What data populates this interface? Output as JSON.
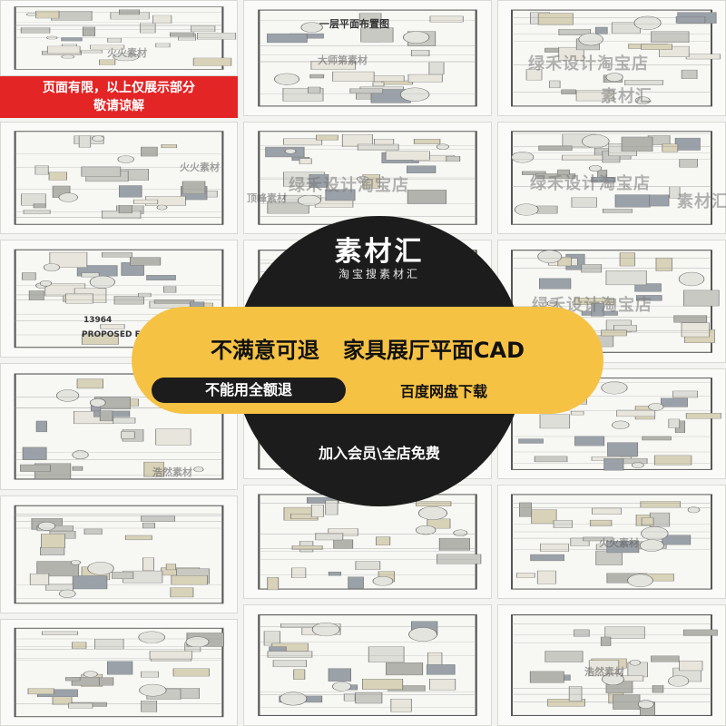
{
  "top_banner": {
    "line1": "页面有限，以上仅展示部分",
    "line2": "敬请谅解"
  },
  "center_circle": {
    "brand": "素材汇",
    "brand_sub": "淘宝搜素材汇",
    "bottom_text": "加入会员\\全店免费"
  },
  "pill": {
    "headline_left": "不满意可退",
    "headline_right": "家具展厅平面CAD",
    "tag": "不能用全额退",
    "right_text": "百度网盘下载"
  },
  "drawing_labels": {
    "first_floor_plan": "一层平面布置图",
    "proposed_floor_plan": "PROPOSED FLOOR PLAN",
    "dimension": "13964"
  },
  "watermarks": {
    "green_store": "绿禾设计淘宝店",
    "sucaihui": "素材汇",
    "huohuo": "火火素材",
    "dashi": "大师第素材",
    "dingfeng": "顶峰素材",
    "haoran": "浩然素材"
  },
  "colors": {
    "banner_red": "#e32526",
    "pill_yellow": "#f5c244",
    "circle_black": "#1c1c1c"
  }
}
